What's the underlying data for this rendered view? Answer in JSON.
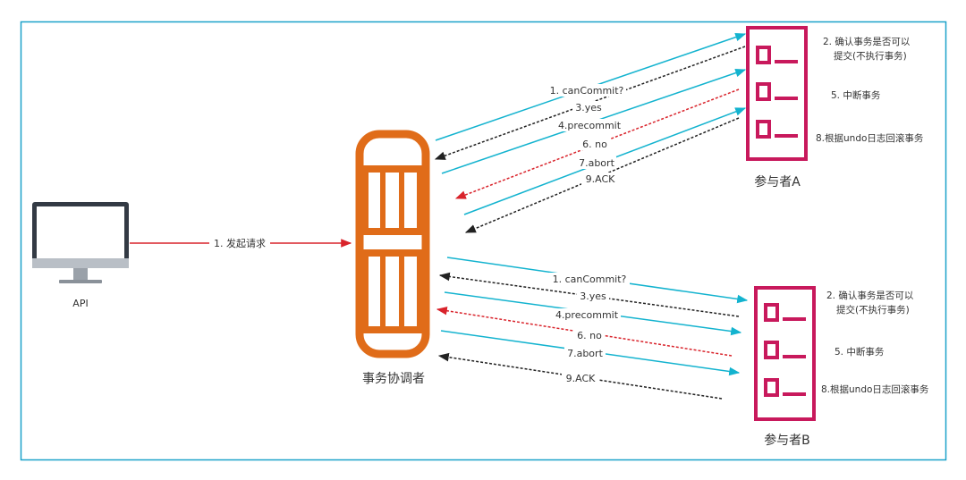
{
  "colors": {
    "frame": "#1ba1c9",
    "cyan": "#13b3cf",
    "red": "#d9232b",
    "dark": "#222222",
    "coordinator": "#e06c19",
    "participant": "#c8195c",
    "monitor": "#333a44"
  },
  "api": {
    "label": "API",
    "icon": "monitor-icon"
  },
  "coordinator": {
    "label": "事务协调者",
    "icon": "server-rack-icon"
  },
  "request": {
    "label": "1. 发起请求"
  },
  "participant_a": {
    "label": "参与者A",
    "icon": "checklist-icon",
    "notes": {
      "confirm_1": "2. 确认事务是否可以",
      "confirm_2": "提交(不执行事务)",
      "abort": "5. 中断事务",
      "rollback": "8.根据undo日志回滚事务"
    }
  },
  "participant_b": {
    "label": "参与者B",
    "icon": "checklist-icon",
    "notes": {
      "confirm_1": "2. 确认事务是否可以",
      "confirm_2": "提交(不执行事务)",
      "abort": "5. 中断事务",
      "rollback": "8.根据undo日志回滚事务"
    }
  },
  "messages_a": {
    "cancommit": "1. canCommit?",
    "yes": "3.yes",
    "precommit": "4.precommit",
    "no": "6. no",
    "abort": "7.abort",
    "ack": "9.ACK"
  },
  "messages_b": {
    "cancommit": "1. canCommit?",
    "yes": "3.yes",
    "precommit": "4.precommit",
    "no": "6. no",
    "abort": "7.abort",
    "ack": "9.ACK"
  }
}
